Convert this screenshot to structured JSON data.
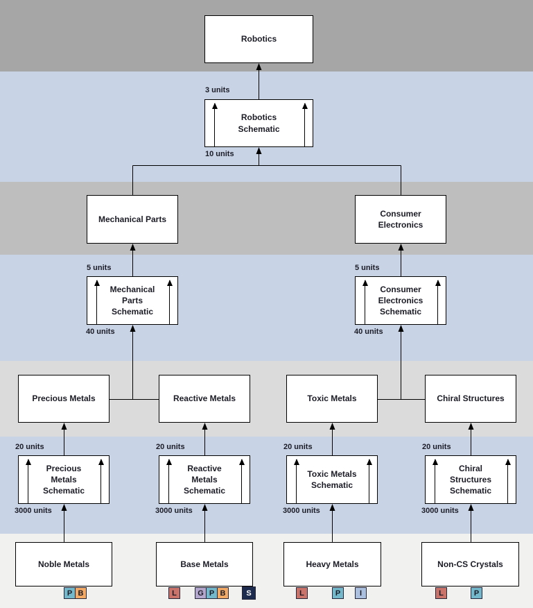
{
  "colors": {
    "bands": [
      "#a6a6a6",
      "#c8d4e6",
      "#bebebe",
      "#c8d4e6",
      "#dbdbdb",
      "#c8d4e6",
      "#f1f1ef"
    ],
    "box_background": "#ffffff",
    "box_border": "#000000",
    "text": "#1b1b26"
  },
  "badge_colors": {
    "L": "#c9736a",
    "G": "#b4a7cd",
    "P": "#74b9cb",
    "B": "#f2aa66",
    "S": "#1d2b4e",
    "I": "#abbfde"
  },
  "nodes": {
    "robotics": {
      "label": "Robotics"
    },
    "robotics_schematic": {
      "label": "Robotics\nSchematic",
      "output_qty": "3 units",
      "input_qty": "10 units"
    },
    "mechanical_parts": {
      "label": "Mechanical Parts"
    },
    "consumer_electronics": {
      "label": "Consumer\nElectronics"
    },
    "mechanical_parts_schematic": {
      "label": "Mechanical\nParts\nSchematic",
      "output_qty": "5 units",
      "input_qty": "40 units"
    },
    "consumer_electronics_schematic": {
      "label": "Consumer\nElectronics\nSchematic",
      "output_qty": "5 units",
      "input_qty": "40 units"
    },
    "precious_metals": {
      "label": "Precious Metals"
    },
    "reactive_metals": {
      "label": "Reactive Metals"
    },
    "toxic_metals": {
      "label": "Toxic Metals"
    },
    "chiral_structures": {
      "label": "Chiral Structures"
    },
    "precious_metals_schematic": {
      "label": "Precious\nMetals\nSchematic",
      "output_qty": "20 units",
      "input_qty": "3000 units"
    },
    "reactive_metals_schematic": {
      "label": "Reactive\nMetals\nSchematic",
      "output_qty": "20 units",
      "input_qty": "3000 units"
    },
    "toxic_metals_schematic": {
      "label": "Toxic Metals\nSchematic",
      "output_qty": "20 units",
      "input_qty": "3000 units"
    },
    "chiral_structures_schematic": {
      "label": "Chiral\nStructures\nSchematic",
      "output_qty": "20 units",
      "input_qty": "3000 units"
    },
    "noble_metals": {
      "label": "Noble Metals"
    },
    "base_metals": {
      "label": "Base Metals"
    },
    "heavy_metals": {
      "label": "Heavy Metals"
    },
    "non_cs_crystals": {
      "label": "Non-CS Crystals"
    }
  },
  "badges": {
    "noble_metals": [
      "P",
      "B"
    ],
    "base_metals": [
      "L",
      "G",
      "P",
      "B",
      "S"
    ],
    "heavy_metals": [
      "L",
      "P",
      "I"
    ],
    "non_cs_crystals": [
      "L",
      "P"
    ]
  }
}
